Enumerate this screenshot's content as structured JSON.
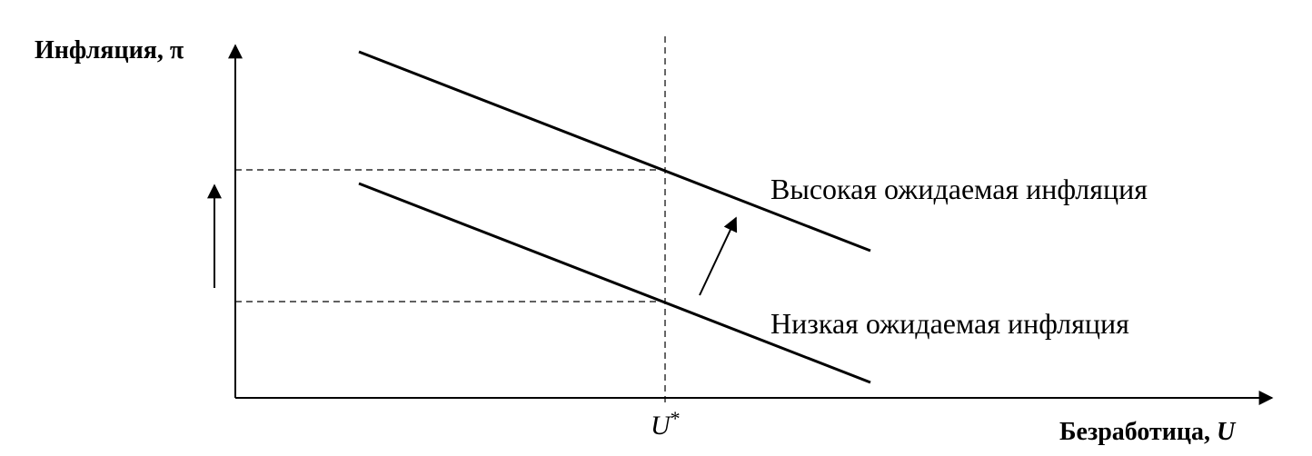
{
  "y_axis": {
    "label": "Инфляция, π"
  },
  "x_axis": {
    "label_prefix": "Безработица, ",
    "label_var": "U"
  },
  "natural_rate": {
    "label": "U",
    "superscript": "*"
  },
  "curves": [
    {
      "id": "high",
      "label": "Высокая ожидаемая инфляция"
    },
    {
      "id": "low",
      "label": "Низкая ожидаемая инфляция"
    }
  ],
  "colors": {
    "ink": "#000000",
    "background": "#ffffff"
  }
}
